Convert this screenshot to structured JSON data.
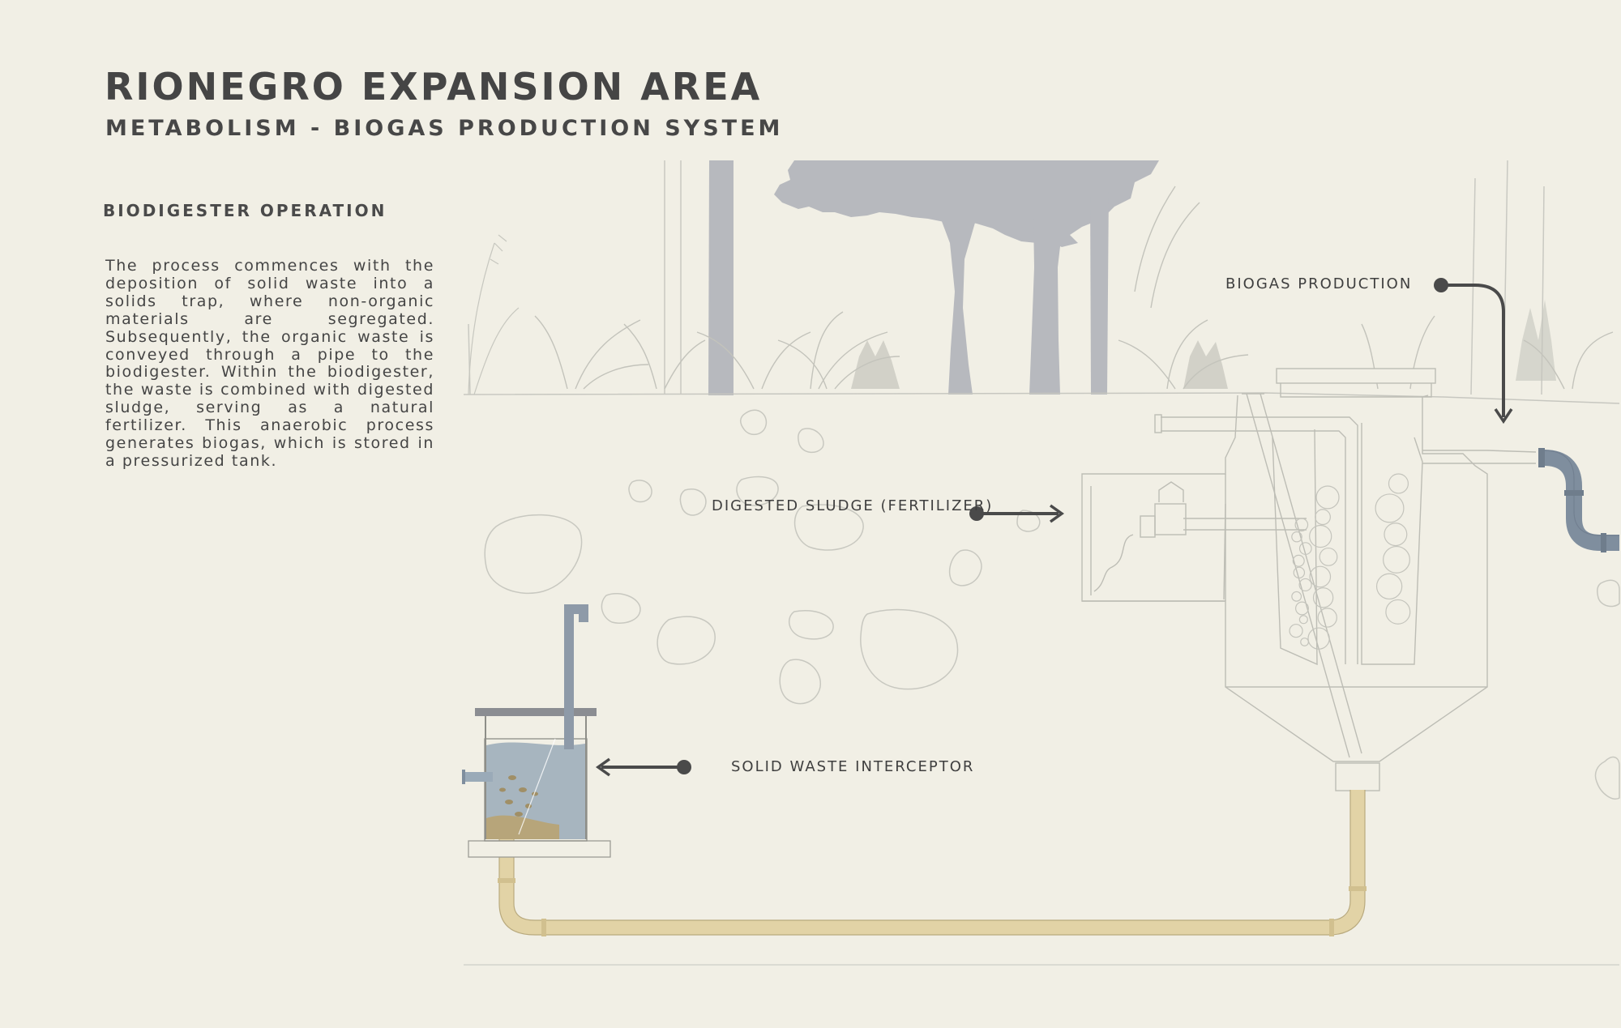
{
  "header": {
    "title": "RIONEGRO EXPANSION AREA",
    "subtitle": "METABOLISM - BIOGAS PRODUCTION SYSTEM"
  },
  "section": {
    "heading": "BIODIGESTER OPERATION",
    "body": "The process commences with the deposition of solid waste into a solids trap, where non-organic materials are segregated. Subsequently, the organic waste is conveyed through a pipe to the biodigester. Within the biodigester, the waste is combined with digested sludge, serving as a natural fertilizer. This anaerobic process generates biogas, which is stored in a pressurized tank."
  },
  "labels": {
    "biogas": "BIOGAS PRODUCTION",
    "sludge": "DIGESTED SLUDGE (FERTILIZER)",
    "interceptor": "SOLID WASTE INTERCEPTOR"
  },
  "colors": {
    "background": "#f1efe5",
    "text": "#454545",
    "tree": "#b7b9be",
    "water": "#9aaab8",
    "waste_pipe": "#e2d3a6",
    "gas_pipe": "#7f8e9e",
    "line": "#c7c7c0"
  }
}
